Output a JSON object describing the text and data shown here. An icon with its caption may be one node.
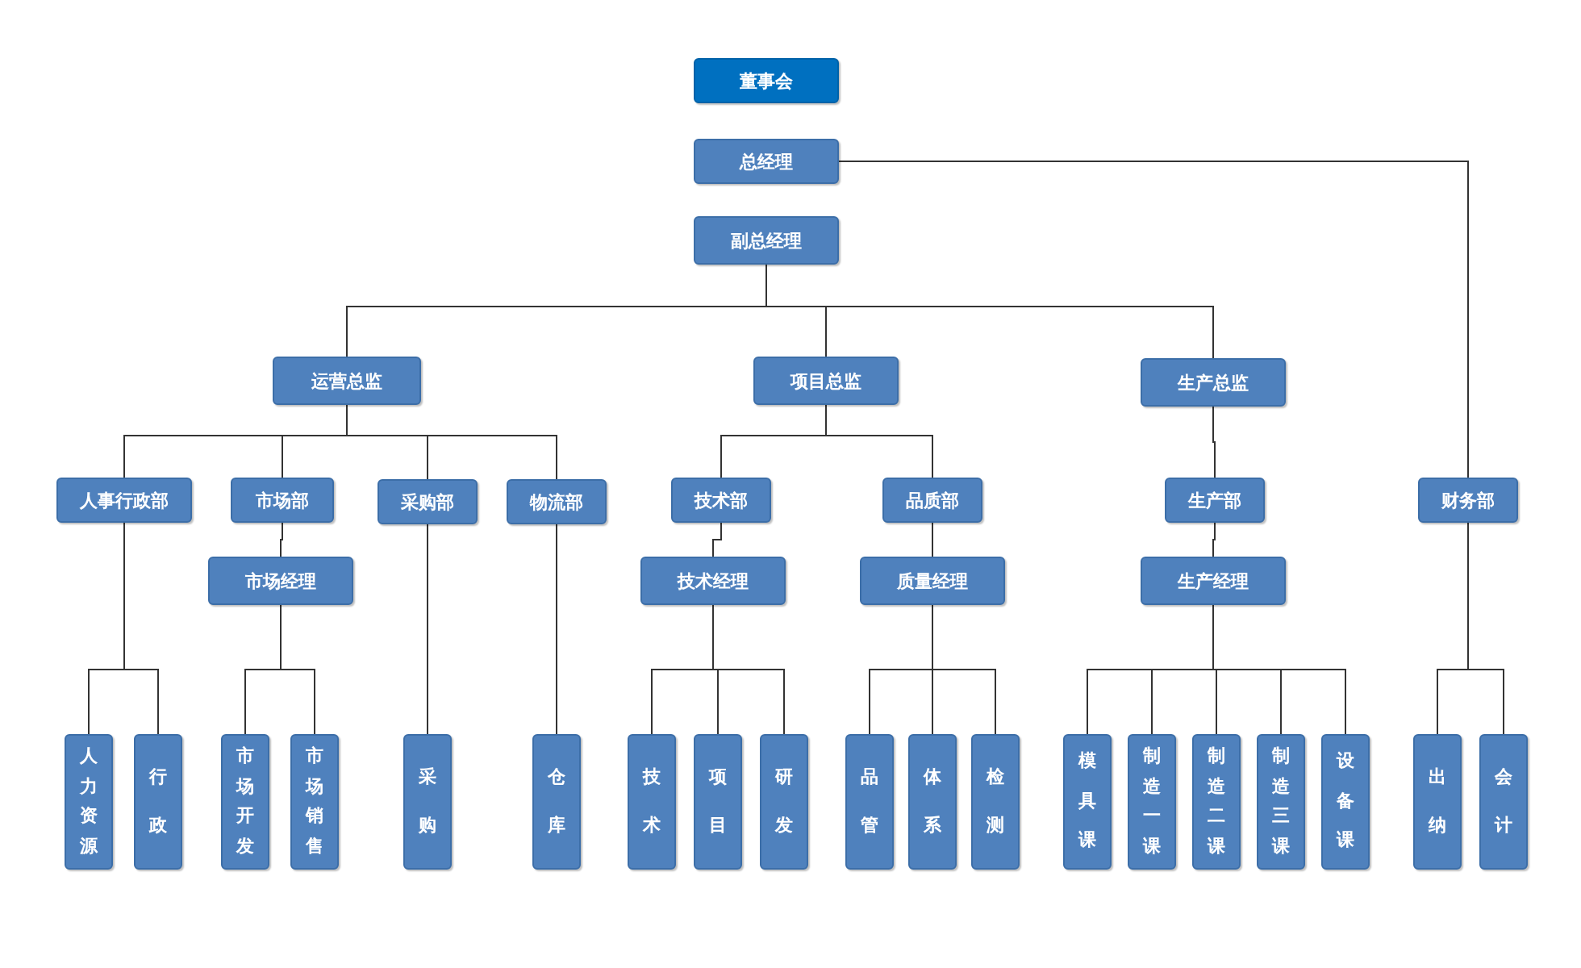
{
  "diagram": {
    "nodes": [
      {
        "text": [
          "董事会"
        ]
      },
      {
        "text": [
          "总经理"
        ]
      },
      {
        "text": [
          "副总经理"
        ]
      },
      {
        "text": [
          "运营总监"
        ]
      },
      {
        "text": [
          "项目总监"
        ]
      },
      {
        "text": [
          "生产总监"
        ]
      },
      {
        "text": [
          "人事行政部"
        ]
      },
      {
        "text": [
          "市场部"
        ]
      },
      {
        "text": [
          "采购部"
        ]
      },
      {
        "text": [
          "物流部"
        ]
      },
      {
        "text": [
          "技术部"
        ]
      },
      {
        "text": [
          "品质部"
        ]
      },
      {
        "text": [
          "生产部"
        ]
      },
      {
        "text": [
          "财务部"
        ]
      },
      {
        "text": [
          "市场经理"
        ]
      },
      {
        "text": [
          "技术经理"
        ]
      },
      {
        "text": [
          "质量经理"
        ]
      },
      {
        "text": [
          "生产经理"
        ]
      },
      {
        "text": [
          "人力资源"
        ]
      },
      {
        "text": [
          "行政"
        ]
      },
      {
        "text": [
          "市场开发"
        ]
      },
      {
        "text": [
          "市场销售"
        ]
      },
      {
        "text": [
          "采购"
        ]
      },
      {
        "text": [
          "仓库"
        ]
      },
      {
        "text": [
          "技术"
        ]
      },
      {
        "text": [
          "项目"
        ]
      },
      {
        "text": [
          "研发"
        ]
      },
      {
        "text": [
          "品管"
        ]
      },
      {
        "text": [
          "体系"
        ]
      },
      {
        "text": [
          "检测"
        ]
      },
      {
        "text": [
          "模具课"
        ]
      },
      {
        "text": [
          "制造一课"
        ]
      },
      {
        "text": [
          "制造二课"
        ]
      },
      {
        "text": [
          "制造三课"
        ]
      },
      {
        "text": [
          "设备课"
        ]
      },
      {
        "text": [
          "出纳"
        ]
      },
      {
        "text": [
          "会计"
        ]
      }
    ],
    "edges": [
      {
        "from": 1,
        "to": 13,
        "arrow": "none"
      },
      {
        "from": 2,
        "to": 3,
        "arrow": "none"
      },
      {
        "from": 2,
        "to": 4,
        "arrow": "none"
      },
      {
        "from": 2,
        "to": 5,
        "arrow": "none"
      },
      {
        "from": 3,
        "to": 6,
        "arrow": "none"
      },
      {
        "from": 3,
        "to": 7,
        "arrow": "none"
      },
      {
        "from": 3,
        "to": 8,
        "arrow": "none"
      },
      {
        "from": 3,
        "to": 9,
        "arrow": "none"
      },
      {
        "from": 7,
        "to": 14,
        "arrow": "none"
      },
      {
        "from": 4,
        "to": 10,
        "arrow": "none"
      },
      {
        "from": 4,
        "to": 11,
        "arrow": "none"
      },
      {
        "from": 10,
        "to": 15,
        "arrow": "none"
      },
      {
        "from": 11,
        "to": 16,
        "arrow": "none"
      },
      {
        "from": 5,
        "to": 12,
        "arrow": "none"
      },
      {
        "from": 12,
        "to": 17,
        "arrow": "none"
      },
      {
        "from": 6,
        "to": 18,
        "arrow": "none"
      },
      {
        "from": 6,
        "to": 19,
        "arrow": "none"
      },
      {
        "from": 14,
        "to": 20,
        "arrow": "none"
      },
      {
        "from": 14,
        "to": 21,
        "arrow": "none"
      },
      {
        "from": 8,
        "to": 22,
        "arrow": "none"
      },
      {
        "from": 9,
        "to": 23,
        "arrow": "none"
      },
      {
        "from": 15,
        "to": 24,
        "arrow": "none"
      },
      {
        "from": 15,
        "to": 25,
        "arrow": "none"
      },
      {
        "from": 15,
        "to": 26,
        "arrow": "none"
      },
      {
        "from": 16,
        "to": 27,
        "arrow": "none"
      },
      {
        "from": 16,
        "to": 28,
        "arrow": "none"
      },
      {
        "from": 16,
        "to": 29,
        "arrow": "none"
      },
      {
        "from": 17,
        "to": 30,
        "arrow": "none"
      },
      {
        "from": 17,
        "to": 31,
        "arrow": "none"
      },
      {
        "from": 17,
        "to": 32,
        "arrow": "none"
      },
      {
        "from": 17,
        "to": 33,
        "arrow": "none"
      },
      {
        "from": 17,
        "to": 34,
        "arrow": "none"
      },
      {
        "from": 13,
        "to": 35,
        "arrow": "none"
      },
      {
        "from": 13,
        "to": 36,
        "arrow": "none"
      }
    ]
  }
}
